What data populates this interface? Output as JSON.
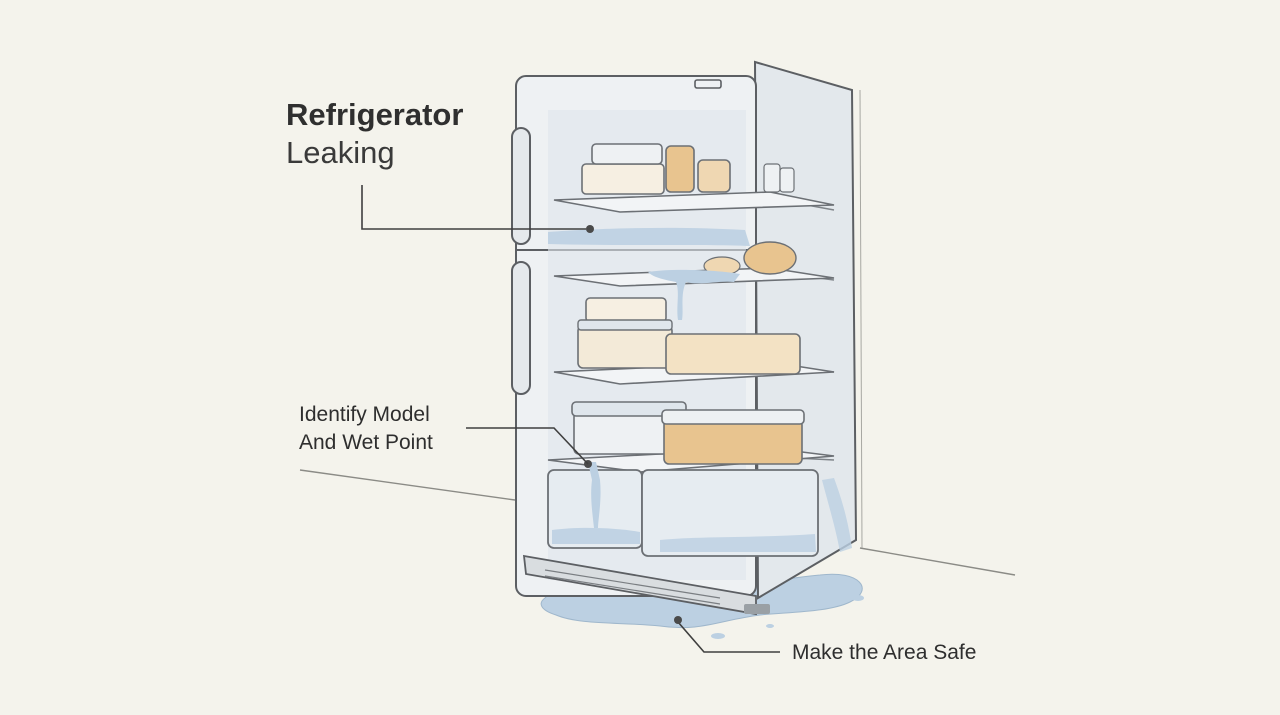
{
  "title": {
    "line1": "Refrigerator",
    "line2": "Leaking"
  },
  "callouts": {
    "identify_line1": "Identify Model",
    "identify_line2": "And Wet Point",
    "safe": "Make the Area Safe"
  },
  "colors": {
    "background": "#f4f3ec",
    "outline": "#5c5f63",
    "glass": "#dfe6ec",
    "water": "#b7cde0",
    "food": "#e8c48f",
    "leader_line": "#3f3f3f"
  }
}
